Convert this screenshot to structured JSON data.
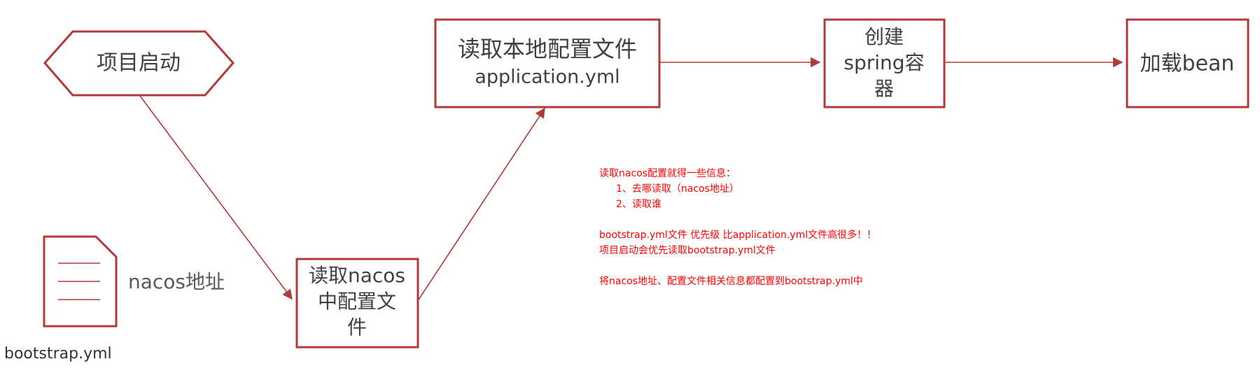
{
  "colors": {
    "stroke": "#b03a3a",
    "text": "#404040",
    "note": "#ff0000"
  },
  "nodes": {
    "start": {
      "label": "项目启动"
    },
    "read_nacos": {
      "lines": [
        "读取nacos",
        "中配置文",
        "件"
      ]
    },
    "read_local": {
      "lines": [
        "读取本地配置文件",
        "application.yml"
      ]
    },
    "create_spring": {
      "lines": [
        "创建",
        "spring容",
        "器"
      ]
    },
    "load_bean": {
      "label": "加载bean"
    }
  },
  "file_icon": {
    "icon": "document-icon",
    "side_label": "nacos地址",
    "caption": "bootstrap.yml"
  },
  "note": {
    "lines": [
      "读取nacos配置就得一些信息：",
      "1、去哪读取（nacos地址）",
      "2、读取谁",
      "",
      "bootstrap.yml文件 优先级 比application.yml文件高很多！！",
      "项目启动会优先读取bootstrap.yml文件",
      "",
      "将nacos地址、配置文件相关信息都配置到bootstrap.yml中"
    ]
  }
}
